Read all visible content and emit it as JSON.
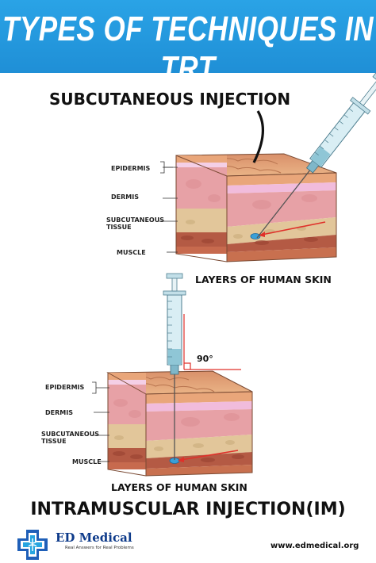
{
  "header": {
    "title": "TYPES OF TECHNIQUES IN TRT"
  },
  "subcutaneous": {
    "heading": "SUBCUTANEOUS INJECTION",
    "labels": {
      "epidermis": "EPIDERMIS",
      "dermis": "DERMIS",
      "subcutaneous_line1": "SUBCUTANEOUS",
      "subcutaneous_line2": "TISSUE",
      "muscle": "MUSCLE"
    },
    "caption": "LAYERS OF HUMAN SKIN"
  },
  "intramuscular": {
    "angle": "90°",
    "labels": {
      "epidermis": "EPIDERMIS",
      "dermis": "DERMIS",
      "subcutaneous_line1": "SUBCUTANEOUS",
      "subcutaneous_line2": "TISSUE",
      "muscle": "MUSCLE"
    },
    "caption": "LAYERS OF HUMAN SKIN",
    "heading": "INTRAMUSCULAR INJECTION(IM)"
  },
  "footer": {
    "brand": "ED Medical",
    "tagline": "Real Answers for Real Problems",
    "website": "www.edmedical.org"
  },
  "colors": {
    "banner": "#2196dc",
    "epidermis": "#e8a878",
    "dermis": "#e8a3a8",
    "fat": "#e0c79a",
    "muscle": "#b5503a",
    "syringe_fluid": "#cfe6ec"
  }
}
